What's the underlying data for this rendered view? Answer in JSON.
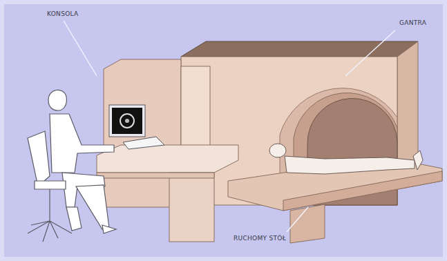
{
  "diagram": {
    "labels": [
      "KONSOLA",
      "GANTRA",
      "RUCHOMY STÓŁ"
    ]
  }
}
